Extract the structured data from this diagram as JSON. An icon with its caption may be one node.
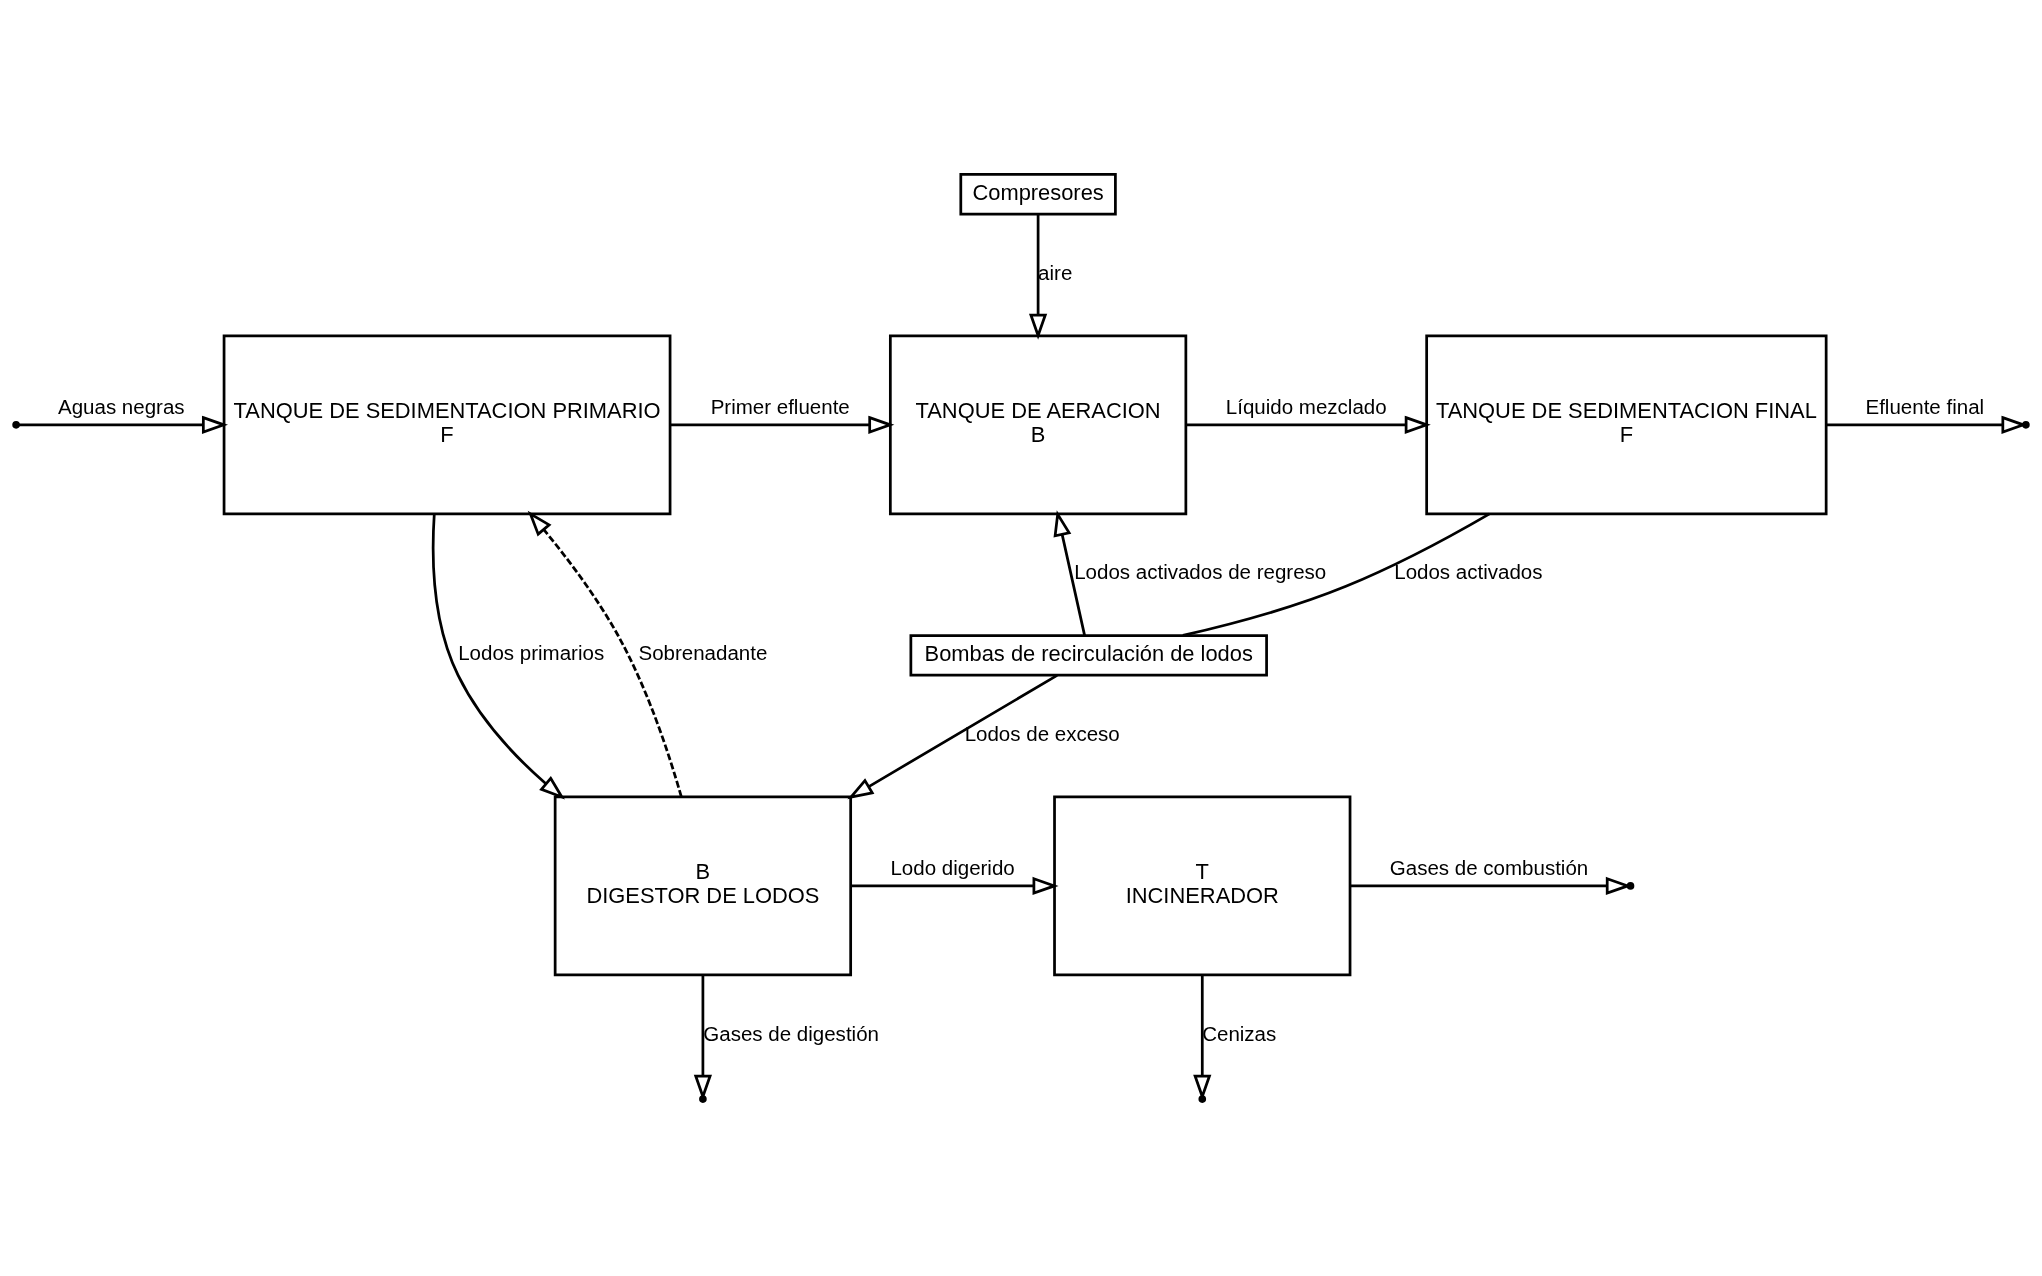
{
  "diagram": {
    "nodes": [
      {
        "text": [
          "TANQUE DE SEDIMENTACION PRIMARIO",
          "F"
        ]
      },
      {
        "text": [
          "Compresores"
        ]
      },
      {
        "text": [
          "TANQUE DE AERACION",
          "B"
        ]
      },
      {
        "text": [
          "TANQUE DE SEDIMENTACION FINAL",
          "F"
        ]
      },
      {
        "text": [
          "Bombas de recirculación de lodos"
        ]
      },
      {
        "text": [
          "B",
          "DIGESTOR DE LODOS"
        ]
      },
      {
        "text": [
          "T",
          "INCINERADOR"
        ]
      }
    ],
    "edges": [
      {
        "from": null,
        "to": 0,
        "arrow": "to",
        "label": "Aguas negras"
      },
      {
        "from": 0,
        "to": 2,
        "arrow": "to",
        "label": "Primer efluente"
      },
      {
        "from": 1,
        "to": 2,
        "arrow": "to",
        "label": "aire"
      },
      {
        "from": 2,
        "to": 3,
        "arrow": "to",
        "label": "Líquido mezclado"
      },
      {
        "from": 3,
        "to": null,
        "arrow": "to",
        "label": "Efluente final"
      },
      {
        "from": 0,
        "to": 5,
        "arrow": "to",
        "label": "Lodos primarios"
      },
      {
        "from": 5,
        "to": 0,
        "arrow": "to",
        "label": "Sobrenadante",
        "style": "dashed"
      },
      {
        "from": 3,
        "to": 4,
        "arrow": "none",
        "label": "Lodos activados"
      },
      {
        "from": 4,
        "to": 2,
        "arrow": "to",
        "label": "Lodos activados de regreso"
      },
      {
        "from": 4,
        "to": 5,
        "arrow": "to",
        "label": "Lodos de exceso"
      },
      {
        "from": 5,
        "to": null,
        "arrow": "to",
        "label": "Gases de digestión"
      },
      {
        "from": 5,
        "to": 6,
        "arrow": "to",
        "label": "Lodo digerido"
      },
      {
        "from": 6,
        "to": null,
        "arrow": "to",
        "label": "Gases de combustión"
      },
      {
        "from": 6,
        "to": null,
        "arrow": "to",
        "label": "Cenizas"
      }
    ]
  }
}
